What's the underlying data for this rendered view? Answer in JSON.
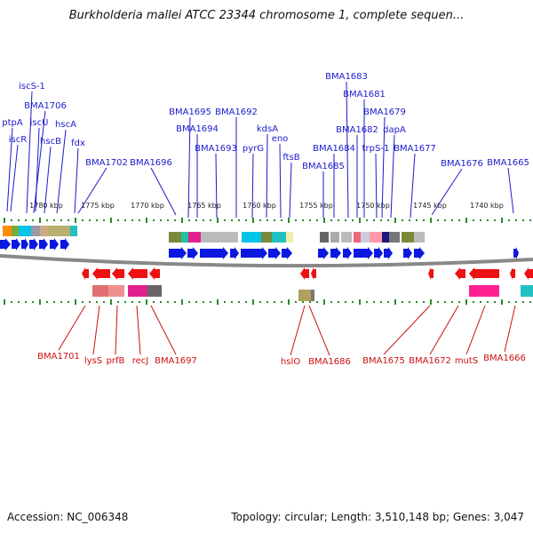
{
  "title": "Burkholderia mallei ATCC 23344 chromosome 1, complete sequen...",
  "footer": {
    "accession": "Accession: NC_006348",
    "summary": "Topology: circular; Length: 3,510,148 bp; Genes: 3,047"
  },
  "colors": {
    "plus_strand_label": "#1a1acc",
    "minus_strand_label": "#cc1111",
    "plus_arrow": "#0a18e0",
    "minus_arrow": "#ee1111",
    "axis_tick": "#2a8a2a",
    "backbone": "#888888"
  },
  "scale_labels": [
    "1780 kbp",
    "1775 kbp",
    "1770 kbp",
    "1765 kbp",
    "1760 kbp",
    "1755 kbp",
    "1750 kbp",
    "1745 kbp",
    "1740 kbp"
  ],
  "plus_labels": [
    {
      "text": "iscS-1"
    },
    {
      "text": "BMA1706"
    },
    {
      "text": "ptpA"
    },
    {
      "text": "iscU"
    },
    {
      "text": "hscA"
    },
    {
      "text": "iscR"
    },
    {
      "text": "hscB"
    },
    {
      "text": "fdx"
    },
    {
      "text": "BMA1702"
    },
    {
      "text": "BMA1696"
    },
    {
      "text": "BMA1695"
    },
    {
      "text": "BMA1692"
    },
    {
      "text": "BMA1694"
    },
    {
      "text": "kdsA"
    },
    {
      "text": "eno"
    },
    {
      "text": "BMA1693"
    },
    {
      "text": "pyrG"
    },
    {
      "text": "ftsB"
    },
    {
      "text": "BMA1683"
    },
    {
      "text": "BMA1681"
    },
    {
      "text": "BMA1679"
    },
    {
      "text": "BMA1682"
    },
    {
      "text": "dapA"
    },
    {
      "text": "BMA1684"
    },
    {
      "text": "trpS-1"
    },
    {
      "text": "BMA1677"
    },
    {
      "text": "BMA1685"
    },
    {
      "text": "BMA1676"
    },
    {
      "text": "BMA1665"
    }
  ],
  "minus_labels": [
    {
      "text": "BMA1701"
    },
    {
      "text": "lysS"
    },
    {
      "text": "prfB"
    },
    {
      "text": "recJ"
    },
    {
      "text": "BMA1697"
    },
    {
      "text": "hslO"
    },
    {
      "text": "BMA1686"
    },
    {
      "text": "BMA1675"
    },
    {
      "text": "BMA1672"
    },
    {
      "text": "mutS"
    },
    {
      "text": "BMA1666"
    }
  ]
}
